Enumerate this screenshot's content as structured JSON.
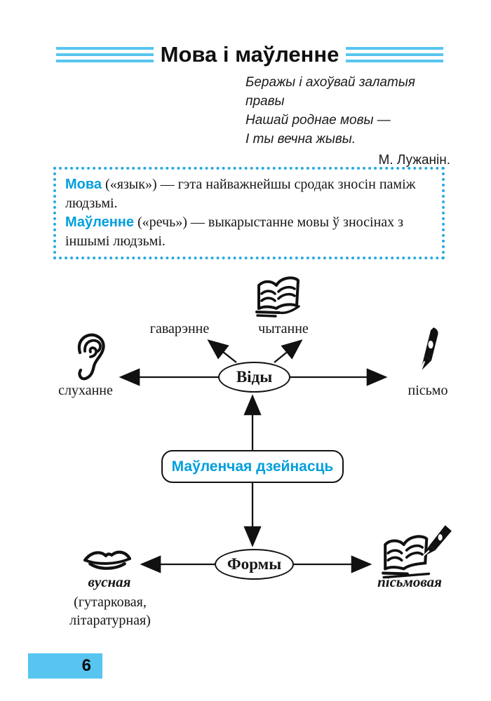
{
  "colors": {
    "accent_blue": "#29a9e1",
    "stripe_blue": "#58c5f1",
    "term_blue": "#009fdd",
    "page_badge_blue": "#58c5f1"
  },
  "header": {
    "title": "Мова і маўленне"
  },
  "epigraph": {
    "line1": "Беражы і ахоўвай залатыя правы",
    "line2": "Нашай роднае мовы —",
    "line3": "І ты вечна жывы.",
    "author": "М. Лужанін."
  },
  "definition_box": {
    "items": [
      {
        "term": "Мова",
        "text": " («язык») — гэта найважнейшы сродак зносін паміж людзьмі."
      },
      {
        "term": "Маўленне",
        "text": " («речь») — выкарыстанне мовы ў зносінах з іншымі людзьмі."
      }
    ]
  },
  "diagram": {
    "center_label": "Маўленчая дзейнасць",
    "vidy_label": "Віды",
    "formy_label": "Формы",
    "speaking_label": "гаварэнне",
    "reading_label": "чытанне",
    "listening_label": "слуханне",
    "writing_label": "пісьмо",
    "oral_label": "вусная",
    "oral_note_line1": "(гутарковая,",
    "oral_note_line2": "літаратурная)",
    "written_label": "пісьмовая"
  },
  "footer": {
    "page_number": "6"
  }
}
